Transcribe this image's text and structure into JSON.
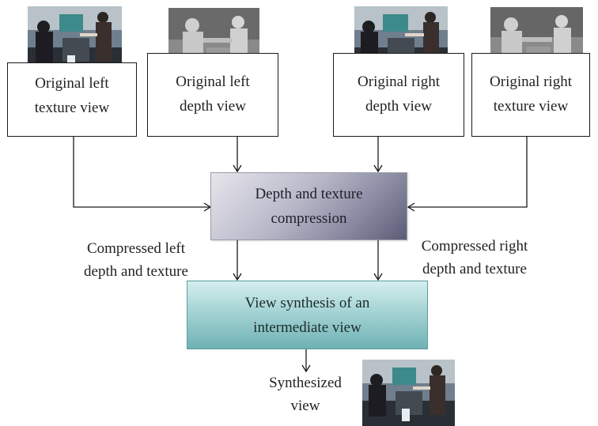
{
  "nodes": {
    "left_texture": {
      "line1": "Original left",
      "line2": "texture view"
    },
    "left_depth": {
      "line1": "Original left",
      "line2": "depth view"
    },
    "right_depth": {
      "line1": "Original right",
      "line2": "depth view"
    },
    "right_texture": {
      "line1": "Original right",
      "line2": "texture view"
    },
    "compression": {
      "line1": "Depth and texture",
      "line2": "compression"
    },
    "synthesis": {
      "line1": "View synthesis of an",
      "line2": "intermediate view"
    }
  },
  "edge_labels": {
    "compressed_left": {
      "line1": "Compressed left",
      "line2": "depth and texture"
    },
    "compressed_right": {
      "line1": "Compressed right",
      "line2": "depth and texture"
    }
  },
  "output": {
    "line1": "Synthesized",
    "line2": "view"
  },
  "colors": {
    "compression_fill": "#8b8ba3",
    "synthesis_fill": "#6fb2b4",
    "line": "#1a1a1a"
  },
  "thumbnails": [
    "texture-photo",
    "depth-map",
    "texture-photo",
    "depth-map",
    "texture-photo"
  ]
}
